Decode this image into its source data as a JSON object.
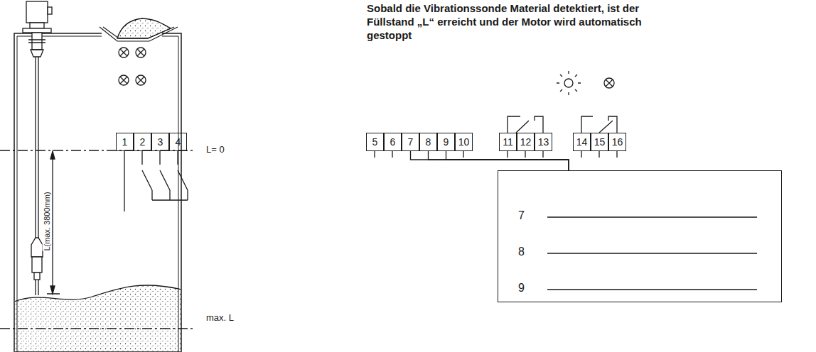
{
  "diagram": {
    "nodes": [
      {
        "text": [
          "1"
        ]
      },
      {
        "text": [
          "2"
        ]
      },
      {
        "text": [
          "3"
        ]
      },
      {
        "text": [
          "4"
        ]
      },
      {
        "text": [
          "5"
        ]
      },
      {
        "text": [
          "6"
        ]
      },
      {
        "text": [
          "7"
        ]
      },
      {
        "text": [
          "8"
        ]
      },
      {
        "text": [
          "9"
        ]
      },
      {
        "text": [
          "10"
        ]
      },
      {
        "text": [
          "11"
        ]
      },
      {
        "text": [
          "12"
        ]
      },
      {
        "text": [
          "13"
        ]
      },
      {
        "text": [
          "14"
        ]
      },
      {
        "text": [
          "15"
        ]
      },
      {
        "text": [
          "16"
        ]
      },
      {
        "text": [
          "7",
          "8",
          "9"
        ]
      }
    ],
    "edges": [
      {
        "from": 6,
        "to": 16,
        "arrow": "none"
      },
      {
        "from": 7,
        "to": 16,
        "arrow": "none"
      },
      {
        "from": 8,
        "to": 16,
        "arrow": "none"
      }
    ],
    "labels": [
      "Sobald die Vibrationssonde Material detektiert, ist der Füllstand „L“ erreicht und der Motor wird automatisch gestoppt",
      "L= 0",
      "L(max. 3800mm)",
      "max. L"
    ]
  }
}
